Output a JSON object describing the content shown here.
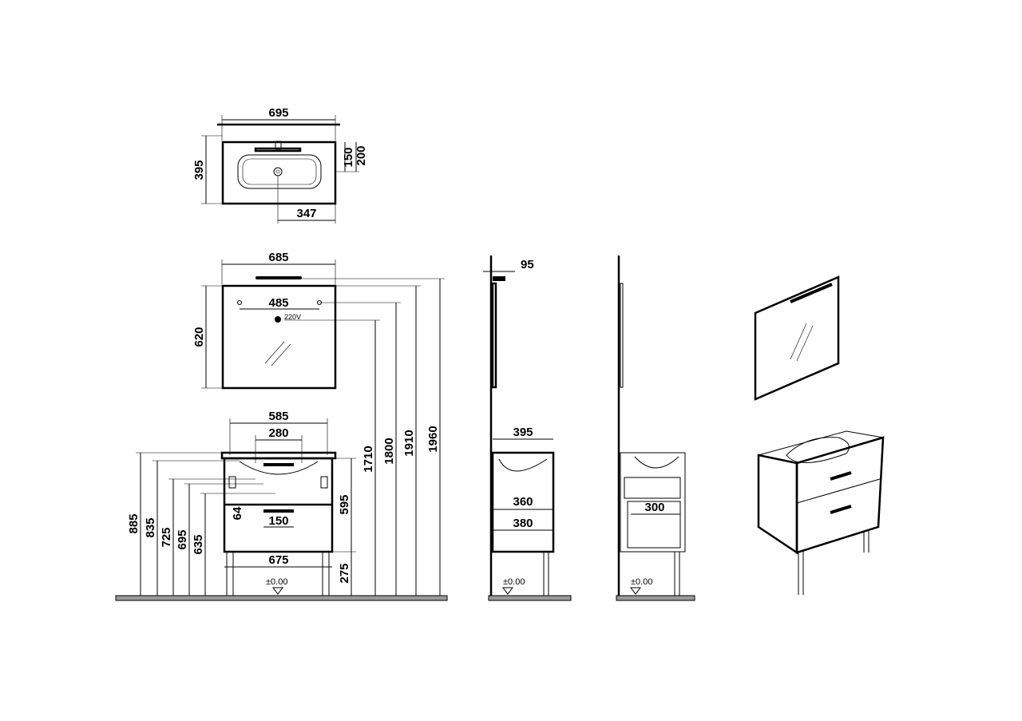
{
  "top_view": {
    "width": "695",
    "depth": "395",
    "tap_offset": "150",
    "basin_offset": "200",
    "half_width": "347"
  },
  "mirror": {
    "width": "685",
    "hole_spacing": "485",
    "height": "620",
    "voltage": "220V"
  },
  "front_view": {
    "basin_width": "585",
    "tap_spacing": "280",
    "drawer_gap": "64",
    "handle_width": "150",
    "cabinet_height": "595",
    "cabinet_width": "675",
    "leg_height": "275",
    "heights": [
      "885",
      "835",
      "725",
      "695",
      "635"
    ],
    "mirror_heights": [
      "1710",
      "1800",
      "1910",
      "1960"
    ],
    "floor_level": "±0.00"
  },
  "side_view_1": {
    "mirror_depth": "95",
    "depth": "395",
    "inner_depth_1": "360",
    "inner_depth_2": "380",
    "floor_level": "±0.00"
  },
  "side_view_2": {
    "drawer_depth": "300",
    "floor_level": "±0.00"
  }
}
